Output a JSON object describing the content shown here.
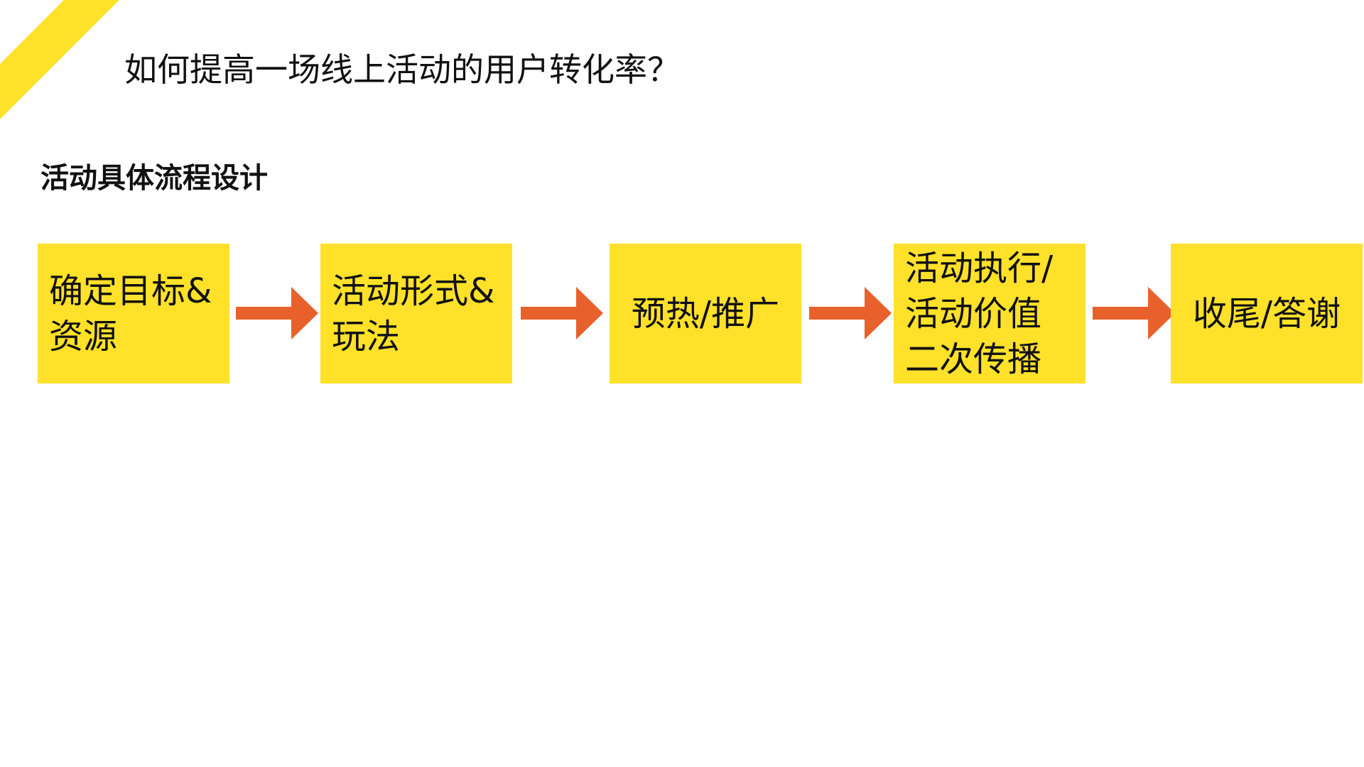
{
  "title": "如何提高一场线上活动的用户转化率？",
  "subtitle": "活动具体流程设计",
  "colors": {
    "box_fill": "#FFE12A",
    "arrow": "#E8612C",
    "corner_stripe": "#FFE12A"
  },
  "flow": {
    "steps": [
      {
        "label": "确定目标&\n资源"
      },
      {
        "label": "活动形式&\n玩法"
      },
      {
        "label": "预热/推广"
      },
      {
        "label": "活动执行/\n活动价值\n二次传播"
      },
      {
        "label": "收尾/答谢"
      }
    ]
  }
}
